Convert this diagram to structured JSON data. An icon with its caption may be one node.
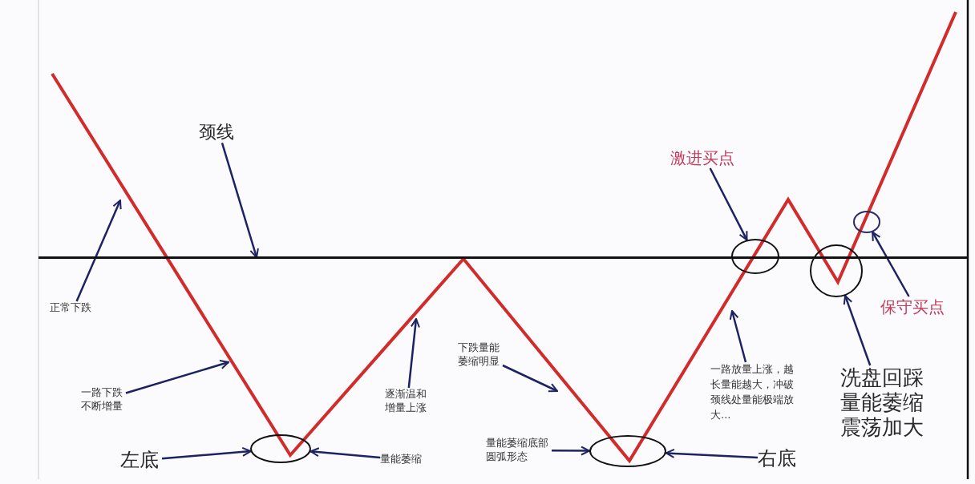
{
  "diagram": {
    "nodes": [
      {
        "text": [
          "颈线"
        ]
      },
      {
        "text": [
          "正常下跌"
        ]
      },
      {
        "text": [
          "一路下跌不断增量"
        ]
      },
      {
        "text": [
          "左底"
        ]
      },
      {
        "text": [
          "量能萎缩"
        ]
      },
      {
        "text": [
          "逐渐温和增量上涨"
        ]
      },
      {
        "text": [
          "下跌量能萎缩明显"
        ]
      },
      {
        "text": [
          "量能萎缩底部圆弧形态"
        ]
      },
      {
        "text": [
          "右底"
        ]
      },
      {
        "text": [
          "一路放量上涨，越长量能越大，冲破颈线处量能极端放大..."
        ]
      },
      {
        "text": [
          "激进买点"
        ]
      },
      {
        "text": [
          "保守买点"
        ]
      },
      {
        "text": [
          "洗盘回踩量能萎缩震荡加大"
        ]
      },
      {
        "text": [],
        "shape": "ellipse"
      },
      {
        "text": [],
        "shape": "ellipse"
      },
      {
        "text": [],
        "shape": "ellipse"
      },
      {
        "text": [],
        "shape": "circle"
      },
      {
        "text": [],
        "shape": "circle"
      },
      {
        "text": [],
        "shape": "line"
      }
    ],
    "edges": [
      {
        "from": 1,
        "to": null,
        "arrow": "to"
      },
      {
        "from": 0,
        "to": 18,
        "arrow": "to"
      },
      {
        "from": 2,
        "to": null,
        "arrow": "to"
      },
      {
        "from": 3,
        "to": 13,
        "arrow": "to"
      },
      {
        "from": 4,
        "to": 13,
        "arrow": "to"
      },
      {
        "from": 5,
        "to": null,
        "arrow": "to"
      },
      {
        "from": 6,
        "to": null,
        "arrow": "to"
      },
      {
        "from": 7,
        "to": 14,
        "arrow": "to"
      },
      {
        "from": 8,
        "to": 14,
        "arrow": "to"
      },
      {
        "from": 9,
        "to": null,
        "arrow": "to"
      },
      {
        "from": 10,
        "to": 15,
        "arrow": "to"
      },
      {
        "from": 12,
        "to": 16,
        "arrow": "to"
      },
      {
        "from": 11,
        "to": 17,
        "arrow": "to"
      }
    ]
  }
}
